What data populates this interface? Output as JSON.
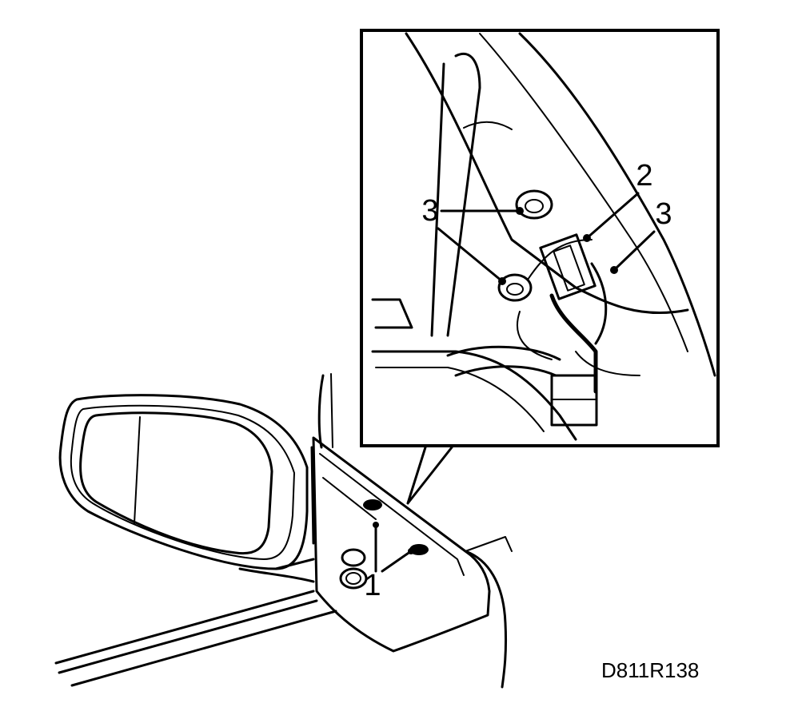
{
  "diagram": {
    "drawing_code": "D811R138",
    "callouts": [
      {
        "id": "1",
        "label": "1",
        "part": "mirror mounting screws"
      },
      {
        "id": "2",
        "label": "2",
        "part": "wiring connector"
      },
      {
        "id": "3a",
        "label": "3",
        "part": "mirror mounting nut"
      },
      {
        "id": "3b",
        "label": "3",
        "part": "mirror mounting nut"
      }
    ]
  }
}
